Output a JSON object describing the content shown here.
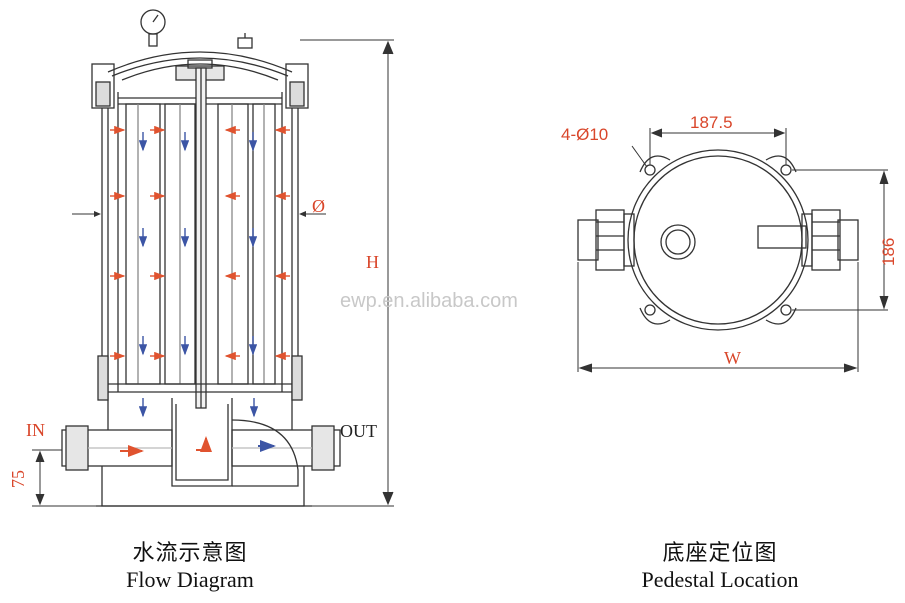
{
  "flow_diagram": {
    "label_in": "IN",
    "label_out": "OUT",
    "label_height": "H",
    "label_diameter": "Ø",
    "label_base_height": "75",
    "caption_cn": "水流示意图",
    "caption_en": "Flow Diagram"
  },
  "pedestal": {
    "label_holes": "4-Ø10",
    "label_spacing": "187.5",
    "label_depth": "186",
    "label_width": "W",
    "caption_cn": "底座定位图",
    "caption_en": "Pedestal Location"
  },
  "watermark": "ewp.en.alibaba.com",
  "colors": {
    "line": "#333333",
    "dimension": "#d9462a",
    "flow_arrow_red": "#e0532f",
    "flow_arrow_blue": "#3c55a5",
    "watermark": "#c8c8c8"
  }
}
